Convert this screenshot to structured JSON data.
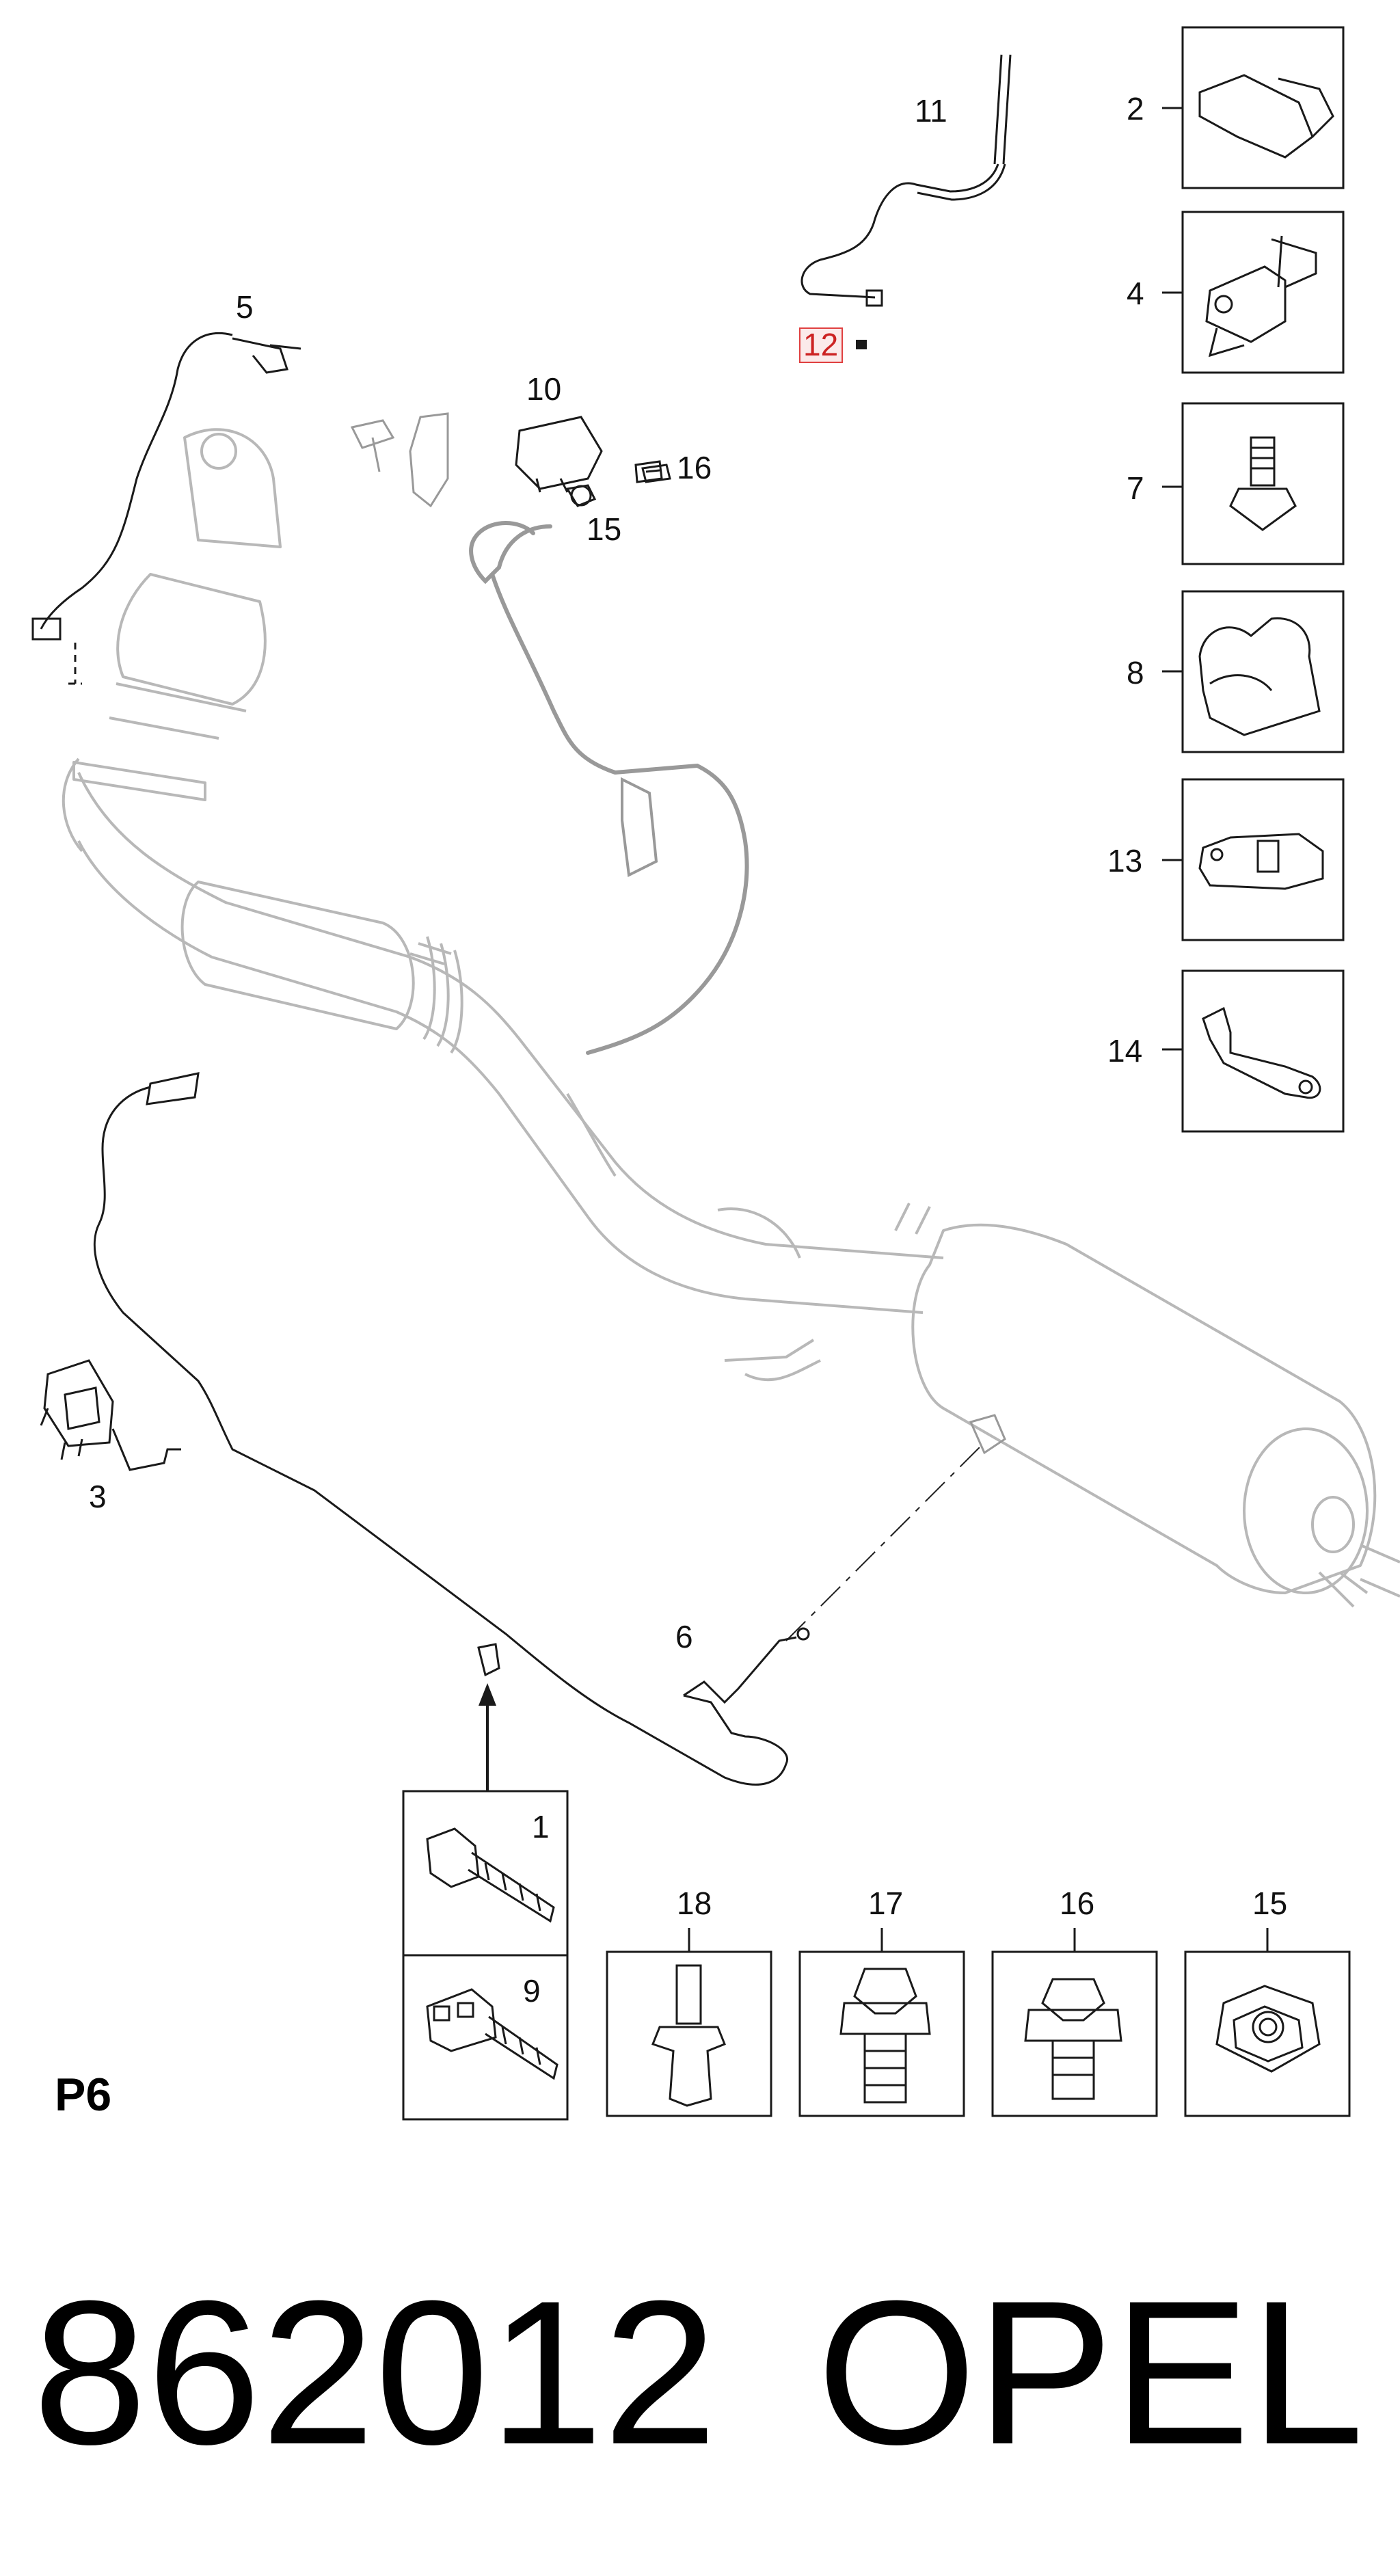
{
  "diagram": {
    "section_label": "P6",
    "callouts": {
      "c1": "1",
      "c2": "2",
      "c3": "3",
      "c4": "4",
      "c5": "5",
      "c6": "6",
      "c7": "7",
      "c8": "8",
      "c9": "9",
      "c10": "10",
      "c11": "11",
      "c12": "12",
      "c13": "13",
      "c14": "14",
      "c15": "15",
      "c16": "16",
      "c17": "17",
      "c18": "18",
      "c15b": "15",
      "c16b": "16"
    },
    "highlighted_callout": "12",
    "colors": {
      "ghost_part": "#b8b8b8",
      "line": "#1a1a1a",
      "highlight": "#e04040"
    }
  },
  "footer": {
    "part_number": "862012",
    "brand": "OPEL"
  }
}
